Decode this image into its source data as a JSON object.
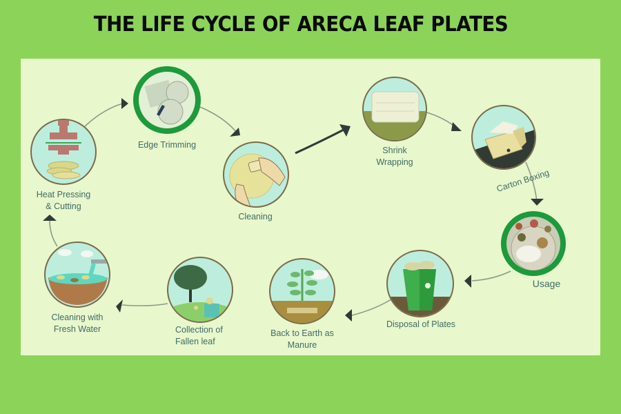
{
  "title": "THE LIFE CYCLE OF ARECA LEAF PLATES",
  "colors": {
    "background": "#8cd35a",
    "panel": "#e8f7cc",
    "highlight_ring": "#1c9a3c",
    "label_text": "#3f6b66",
    "arrow": "#2e3b36"
  },
  "steps": [
    {
      "id": "heat-pressing",
      "line1": "Heat Pressing",
      "line2": "& Cutting",
      "icon": "press-machine-icon"
    },
    {
      "id": "edge-trimming",
      "line1": "Edge Trimming",
      "line2": "",
      "icon": "trimming-icon",
      "highlighted": true
    },
    {
      "id": "cleaning",
      "line1": "Cleaning",
      "line2": "",
      "icon": "hand-cleaning-plate-icon"
    },
    {
      "id": "shrink-wrapping",
      "line1": "Shrink",
      "line2": "Wrapping",
      "icon": "wrapped-plates-icon"
    },
    {
      "id": "carton-boxing",
      "line1": "Carton Boxing",
      "line2": "",
      "icon": "carton-box-icon"
    },
    {
      "id": "usage",
      "line1": "Usage",
      "line2": "",
      "icon": "meal-plate-icon",
      "highlighted": true
    },
    {
      "id": "disposal",
      "line1": "Disposal of Plates",
      "line2": "",
      "icon": "recycle-bin-icon"
    },
    {
      "id": "back-to-earth",
      "line1": "Back to Earth as",
      "line2": "Manure",
      "icon": "sapling-icon"
    },
    {
      "id": "collection",
      "line1": "Collection of",
      "line2": "Fallen leaf",
      "icon": "tree-icon"
    },
    {
      "id": "fresh-water-cleaning",
      "line1": "Cleaning with",
      "line2": "Fresh Water",
      "icon": "water-bowl-icon"
    }
  ]
}
